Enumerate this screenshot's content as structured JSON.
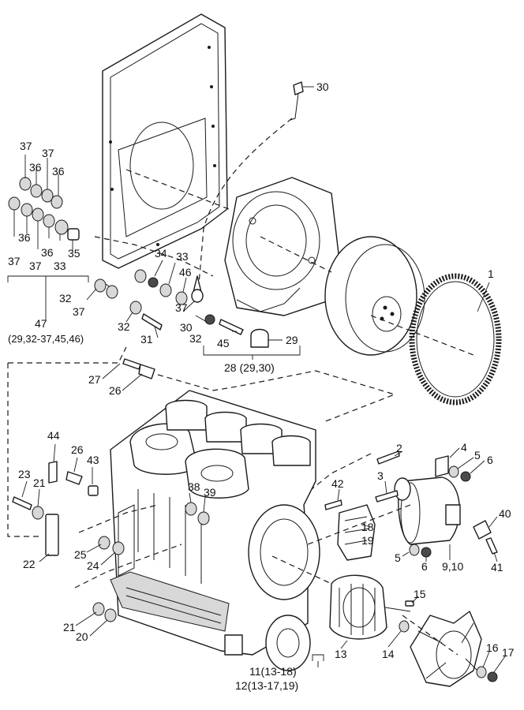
{
  "callouts": {
    "c1": "1",
    "c2": "2",
    "c3": "3",
    "c4": "4",
    "c5a": "5",
    "c5b": "5",
    "c6a": "6",
    "c6b": "6",
    "c9_10": "9,10",
    "c11": "11(13-18)",
    "c12": "12(13-17,19)",
    "c13": "13",
    "c14": "14",
    "c15": "15",
    "c16": "16",
    "c17": "17",
    "c18": "18",
    "c19": "19",
    "c20": "20",
    "c21a": "21",
    "c21b": "21",
    "c22": "22",
    "c23": "23",
    "c24": "24",
    "c25": "25",
    "c26a": "26",
    "c26b": "26",
    "c27": "27",
    "c28": "28 (29,30)",
    "c29": "29",
    "c30a": "30",
    "c30b": "30",
    "c31": "31",
    "c32a": "32",
    "c32b": "32",
    "c32c": "32",
    "c33a": "33",
    "c33b": "33",
    "c34": "34",
    "c35": "35",
    "c36a": "36",
    "c36b": "36",
    "c36c": "36",
    "c36d": "36",
    "c37a": "37",
    "c37b": "37",
    "c37c": "37",
    "c37d": "37",
    "c37e": "37",
    "c37f": "37",
    "c38": "38",
    "c39": "39",
    "c40": "40",
    "c41": "41",
    "c42": "42",
    "c43": "43",
    "c44": "44",
    "c45": "45",
    "c46": "46",
    "c47": "47",
    "c47b": "(29,32-37,45,46)"
  }
}
